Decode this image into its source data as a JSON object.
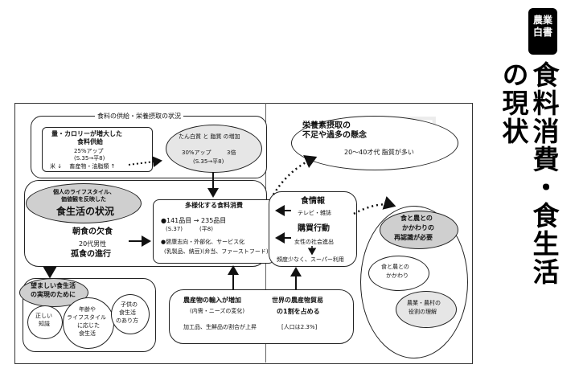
{
  "header": {
    "tag": "農業白書",
    "title": "食料消費・食生活の現状"
  },
  "supply_box": {
    "title": "食料の供給・栄養摂取の状況",
    "left_line1": "量・カロリーが増大した",
    "left_line2": "食料供給",
    "left_line3": "25%アップ",
    "left_line4": "(S.35→平8)",
    "left_line5": "米 ↓ 　畜産物・油脂類 ↑",
    "right_line1": "たん白質 と 脂質 の増加",
    "right_line2": "30%アップ",
    "right_line3": "3倍",
    "right_line4": "(S.35→平8)"
  },
  "nutrition_oval": {
    "line1": "栄養素摂取の",
    "line2": "不足や過多の懸念",
    "line3": "20～40才代 脂質が多い"
  },
  "lifestyle_banner": {
    "line1": "個人のライフスタイル、",
    "line2": "価値観を反映した",
    "line3": "食生活の状況"
  },
  "left_panel": {
    "breakfast": "朝食の欠食",
    "men20s": "20代男性",
    "solo_eating": "孤食の進行"
  },
  "diversify_box": {
    "title": "多様化する食料消費",
    "items_line1": "●141品目 → 235品目",
    "items_line2": "(S.37)　　　(平8)",
    "health_line1": "●健康志向・外部化、サービス化",
    "health_line2": "(乳製品、納豆)(弁当、ファーストフード)"
  },
  "info_box": {
    "title": "食情報",
    "sub": "テレビ・雑誌",
    "purchase": "購買行動",
    "women": "女性の社会進出",
    "frequency": "頻度少なく、スーパー利用"
  },
  "agri_oval": {
    "title_line1": "食と農との",
    "title_line2": "かかわりの",
    "title_line3": "再認識が必要",
    "inner1_line1": "食と農との",
    "inner1_line2": "かかわり",
    "inner2_line1": "農業・農村の",
    "inner2_line2": "役割の理解"
  },
  "desirable_box": {
    "title_line1": "望ましい食生活",
    "title_line2": "の実現のために",
    "c1_line1": "正しい",
    "c1_line2": "知識",
    "c2_line1": "年齢や",
    "c2_line2": "ライフスタイル",
    "c2_line3": "に応じた",
    "c2_line4": "食生活",
    "c3_line1": "子供の",
    "c3_line2": "食生活",
    "c3_line3": "のあり方"
  },
  "imports_box": {
    "line1": "農産物の輸入が増加",
    "line2": "(内需・ニーズの変化)",
    "line3": "加工品、生鮮品の割合が上昇",
    "line4": "世界の農産物貿易",
    "line5": "の1割を占める",
    "line6": "[人口は2.3%]"
  }
}
